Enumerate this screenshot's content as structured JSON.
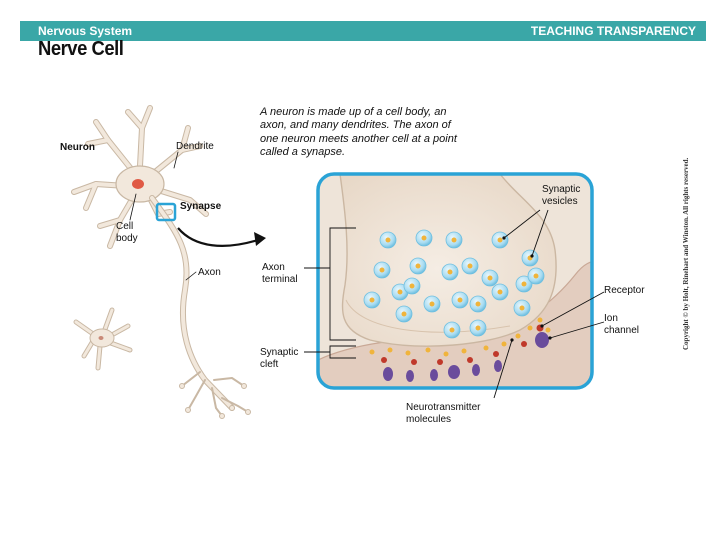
{
  "header": {
    "section": "Nervous System",
    "series": "TEACHING TRANSPARENCY"
  },
  "title": "Nerve Cell",
  "caption": "A neuron is made up of a cell body, an axon, and many dendrites. The axon of one neuron meets another cell at a point called a synapse.",
  "labels": {
    "neuron": "Neuron",
    "dendrite": "Dendrite",
    "synapse": "Synapse",
    "cell_body": "Cell body",
    "axon": "Axon",
    "axon_terminal": "Axon terminal",
    "synaptic_vesicles": "Synaptic vesicles",
    "receptor": "Receptor",
    "ion_channel": "Ion channel",
    "synaptic_cleft": "Synaptic cleft",
    "neurotransmitter_molecules": "Neurotransmitter molecules"
  },
  "copyright": "Copyright © by Holt, Rinehart and Winston. All rights reserved.",
  "colors": {
    "banner": "#3aa7a7",
    "zoom_frame": "#2aa3d6",
    "neuron_fill": "#f2e8dc",
    "neuron_outline": "#c9b8a4",
    "nucleus": "#e05a45",
    "vesicle": "#9cd4ee",
    "neurotransmitter": "#f0b43c",
    "receptor": "#6a4c9c"
  }
}
